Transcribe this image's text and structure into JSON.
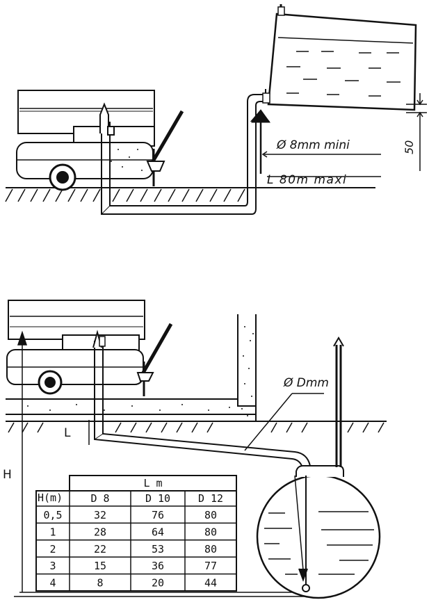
{
  "top_diagram": {
    "pipe_diameter_label": "Ø 8mm mini",
    "pipe_length_label": "L 80m maxi",
    "height_label": "50"
  },
  "bottom_diagram": {
    "pipe_diameter_label": "Ø Dmm",
    "length_symbol": "L",
    "height_symbol": "H"
  },
  "suction_table": {
    "group_header": "L m",
    "row_header": "H(m)",
    "columns": [
      "D 8",
      "D 10",
      "D 12"
    ],
    "rows": [
      {
        "h": "0,5",
        "values": [
          "32",
          "76",
          "80"
        ]
      },
      {
        "h": "1",
        "values": [
          "28",
          "64",
          "80"
        ]
      },
      {
        "h": "2",
        "values": [
          "22",
          "53",
          "80"
        ]
      },
      {
        "h": "3",
        "values": [
          "15",
          "36",
          "77"
        ]
      },
      {
        "h": "4",
        "values": [
          "8",
          "20",
          "44"
        ]
      }
    ]
  },
  "colors": {
    "ink": "#111111",
    "paper": "#ffffff"
  }
}
